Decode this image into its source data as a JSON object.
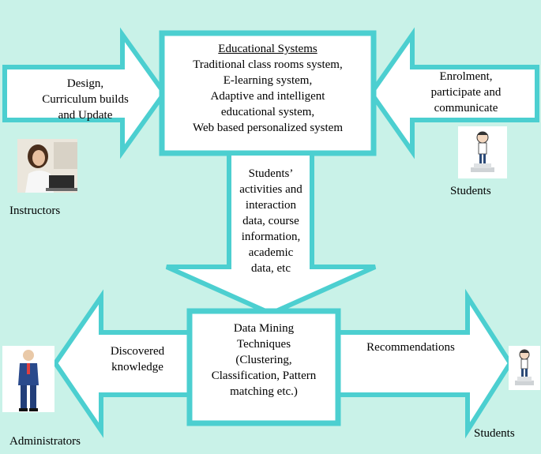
{
  "top_box": {
    "title": "Educational Systems",
    "lines": [
      "Traditional class rooms system,",
      "E-learning system,",
      "Adaptive and intelligent",
      "educational system,",
      "Web based personalized system"
    ]
  },
  "left_arrow_top": {
    "lines": [
      "Design,",
      "Curriculum builds",
      "and Update"
    ]
  },
  "right_arrow_top": {
    "lines": [
      "Enrolment,",
      "participate and",
      "communicate"
    ]
  },
  "down_arrow": {
    "lines": [
      "Students’",
      "activities and",
      "interaction",
      "data, course",
      "information,",
      "academic",
      "data, etc"
    ]
  },
  "bottom_box": {
    "lines": [
      "Data Mining",
      "Techniques",
      "(Clustering,",
      "Classification, Pattern",
      "matching etc.)"
    ]
  },
  "left_arrow_bottom": {
    "lines": [
      "Discovered",
      "knowledge"
    ]
  },
  "right_arrow_bottom": {
    "label": "Recommendations"
  },
  "actors": {
    "instructors": "Instructors",
    "students_top": "Students",
    "administrators": "Administrators",
    "students_bottom": "Students"
  },
  "colors": {
    "background": "#c9f2e8",
    "outline": "#4ccfd0",
    "fill": "#ffffff"
  }
}
